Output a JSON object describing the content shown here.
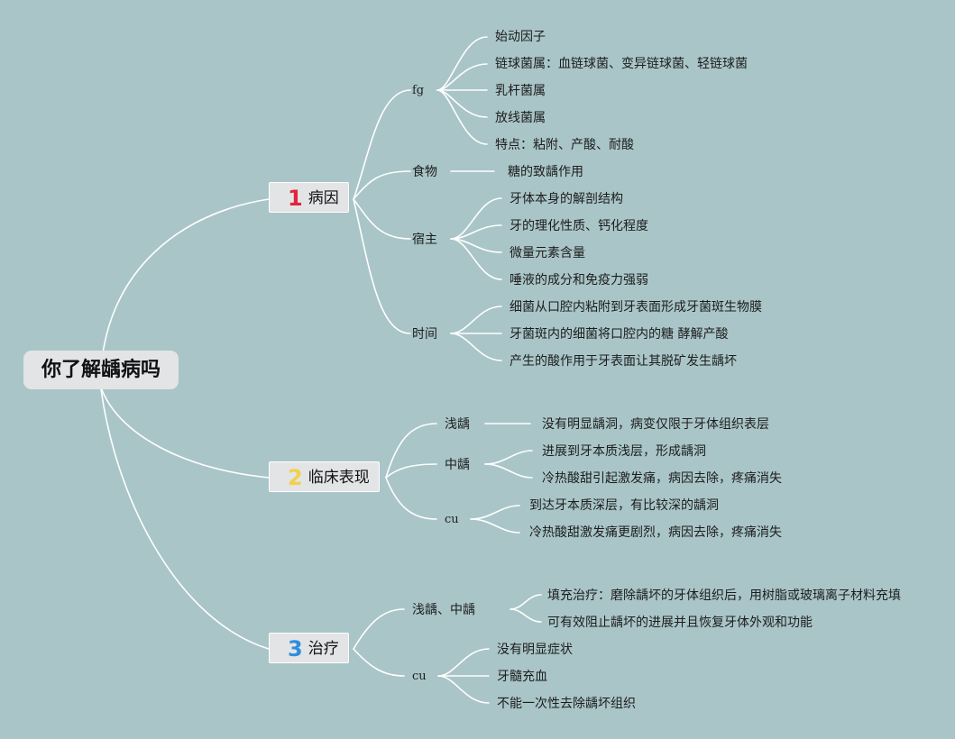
{
  "colors": {
    "background": "#a9c5c8",
    "node_fill": "#e3e4e6",
    "line": "#ffffff",
    "num1": "#e0263c",
    "num2": "#f2d04b",
    "num3": "#2d8ee0"
  },
  "root": "你了解龋病吗",
  "topics": [
    {
      "number": "1",
      "label": "病因",
      "children": [
        {
          "label": "fg",
          "children": [
            "始动因子",
            "链球菌属：血链球菌、变异链球菌、轻链球菌",
            "乳杆菌属",
            "放线菌属",
            "特点：粘附、产酸、耐酸"
          ]
        },
        {
          "label": "食物",
          "children": [
            "糖的致龋作用"
          ]
        },
        {
          "label": "宿主",
          "children": [
            "牙体本身的解剖结构",
            "牙的理化性质、钙化程度",
            "微量元素含量",
            "唾液的成分和免疫力强弱"
          ]
        },
        {
          "label": "时间",
          "children": [
            "细菌从口腔内粘附到牙表面形成牙菌斑生物膜",
            "牙菌斑内的细菌将口腔内的糖 酵解产酸",
            "产生的酸作用于牙表面让其脱矿发生龋坏"
          ]
        }
      ]
    },
    {
      "number": "2",
      "label": "临床表现",
      "children": [
        {
          "label": "浅龋",
          "children": [
            "没有明显龋洞，病变仅限于牙体组织表层"
          ]
        },
        {
          "label": "中龋",
          "children": [
            "进展到牙本质浅层，形成龋洞",
            "冷热酸甜引起激发痛，病因去除，疼痛消失"
          ]
        },
        {
          "label": "cu",
          "children": [
            "到达牙本质深层，有比较深的龋洞",
            "冷热酸甜激发痛更剧烈，病因去除，疼痛消失"
          ]
        }
      ]
    },
    {
      "number": "3",
      "label": "治疗",
      "children": [
        {
          "label": "浅龋、中龋",
          "children": [
            "填充治疗：磨除龋坏的牙体组织后，用树脂或玻璃离子材料充填",
            "可有效阻止龋坏的进展并且恢复牙体外观和功能"
          ]
        },
        {
          "label": "cu",
          "children": [
            "没有明显症状",
            "牙髓充血",
            "不能一次性去除龋坏组织"
          ]
        }
      ]
    }
  ]
}
